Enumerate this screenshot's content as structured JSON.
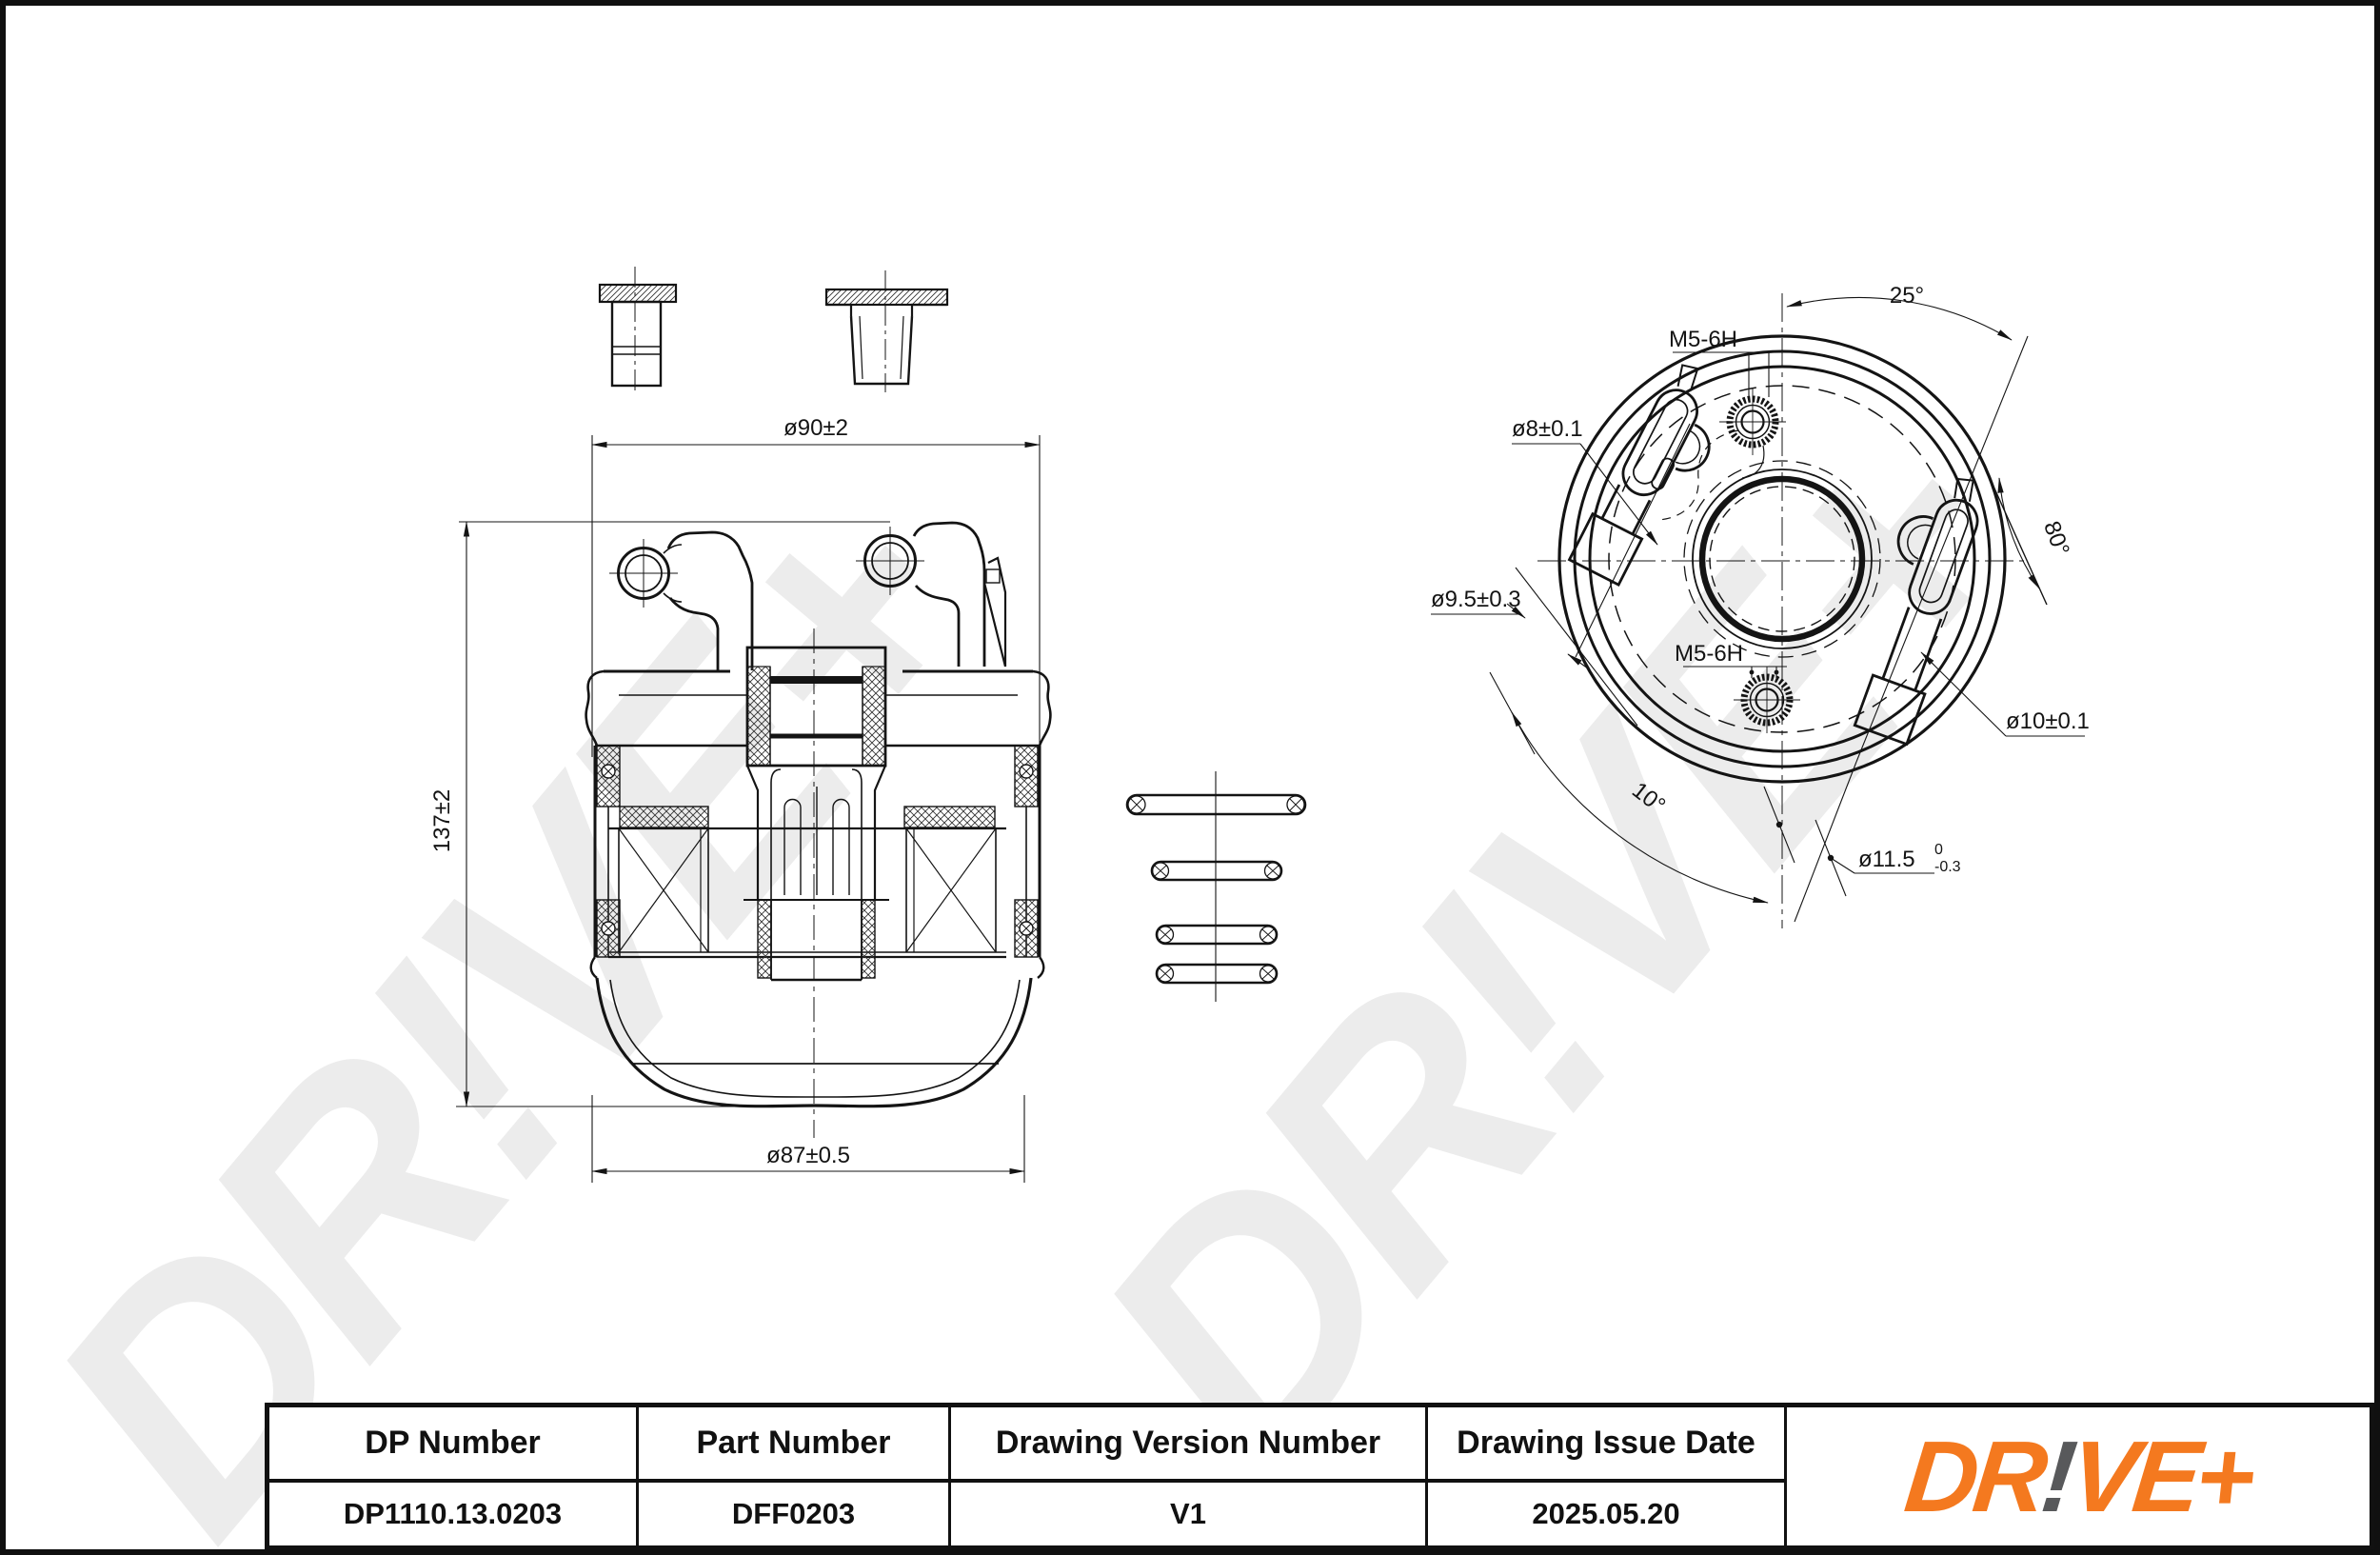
{
  "watermark": {
    "text": "DR!VE+"
  },
  "logo": {
    "dr": "DR",
    "bang": "!",
    "vep": "VE+"
  },
  "left_view": {
    "dim_top": "ø90±2",
    "dim_height": "137±2",
    "dim_bottom": "ø87±0.5"
  },
  "right_view": {
    "thread_top": "M5-6H",
    "thread_center": "M5-6H",
    "angle_top": "25°",
    "angle_right": "80°",
    "angle_bottom": "10°",
    "dia_left": "ø8±0.1",
    "dia_slot": "ø9.5±0.3",
    "dia_right": "ø10±0.1",
    "dia_center_main": "ø11.5",
    "dia_center_tol_high": "0",
    "dia_center_tol_low": "-0.3"
  },
  "table": {
    "headers": [
      "DP Number",
      "Part Number",
      "Drawing Version Number",
      "Drawing Issue Date"
    ],
    "values": [
      "DP1110.13.0203",
      "DFF0203",
      "V1",
      "2025.05.20"
    ]
  },
  "colors": {
    "ink": "#141414",
    "logo_orange": "#F4791F",
    "logo_gray": "#58595B",
    "watermark_gray": "#ececec"
  }
}
